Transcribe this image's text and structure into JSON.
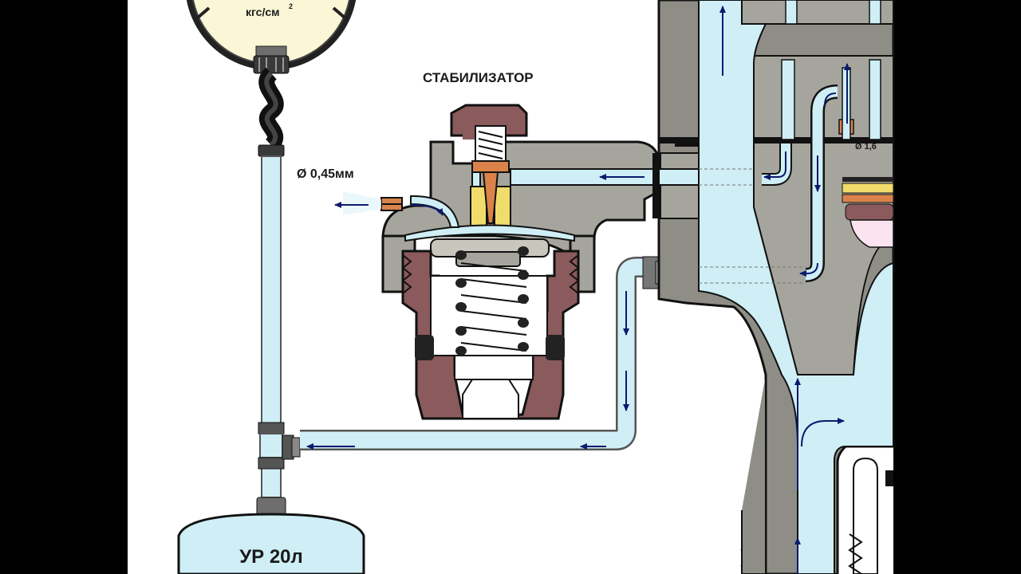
{
  "labels": {
    "stabilizer_title": "СТАБИЛИЗАТОР",
    "nozzle_diameter": "Ø 0,45мм",
    "orifice_diameter": "Ø 1,6",
    "gauge_unit": "кгс/см",
    "gauge_unit_sup": "2",
    "reservoir": "УР 20л"
  },
  "colors": {
    "background_letterbox": "#000000",
    "canvas": "#ffffff",
    "air_channel": "#cfeef6",
    "body_grey": "#a6a59d",
    "body_dark_grey": "#8e8d86",
    "housing_brown": "#8a5a5c",
    "brass_nozzle": "#f0dc6a",
    "copper_insert": "#d9834a",
    "flow_arrow": "#0b1a6e",
    "reservoir_fill": "#cfeef6",
    "gauge_face": "#fbf6d5"
  }
}
